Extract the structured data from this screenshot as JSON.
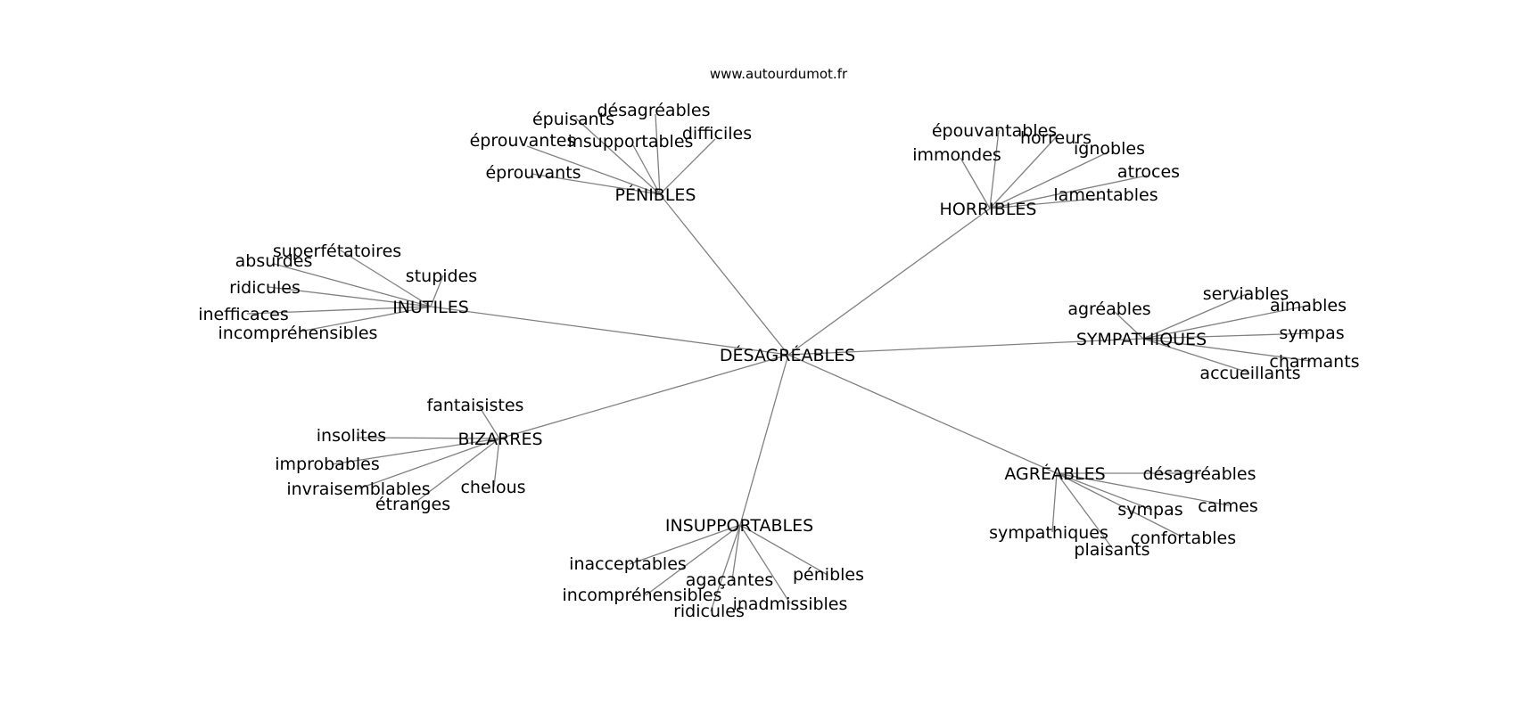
{
  "source": "www.autourdumot.fr",
  "graph": {
    "root": "DÉSAGRÉABLES",
    "edge_color": "#808080",
    "clusters": [
      {
        "label": "PÉNIBLES",
        "leaves": [
          "désagréables",
          "épuisants",
          "difficiles",
          "éprouvantes",
          "insupportables",
          "éprouvants"
        ]
      },
      {
        "label": "HORRIBLES",
        "leaves": [
          "épouvantables",
          "horreurs",
          "immondes",
          "ignobles",
          "atroces",
          "lamentables"
        ]
      },
      {
        "label": "INUTILES",
        "leaves": [
          "superfétatoires",
          "absurdes",
          "stupides",
          "ridicules",
          "inefficaces",
          "incompréhensibles"
        ]
      },
      {
        "label": "SYMPATHIQUES",
        "leaves": [
          "serviables",
          "agréables",
          "aimables",
          "sympas",
          "charmants",
          "accueillants"
        ]
      },
      {
        "label": "BIZARRES",
        "leaves": [
          "fantaisistes",
          "insolites",
          "improbables",
          "invraisemblables",
          "chelous",
          "étranges"
        ]
      },
      {
        "label": "AGRÉABLES",
        "leaves": [
          "désagréables",
          "calmes",
          "sympas",
          "sympathiques",
          "confortables",
          "plaisants"
        ]
      },
      {
        "label": "INSUPPORTABLES",
        "leaves": [
          "inacceptables",
          "pénibles",
          "agaçantes",
          "incompréhensibles",
          "inadmissibles",
          "ridicules"
        ]
      }
    ]
  }
}
